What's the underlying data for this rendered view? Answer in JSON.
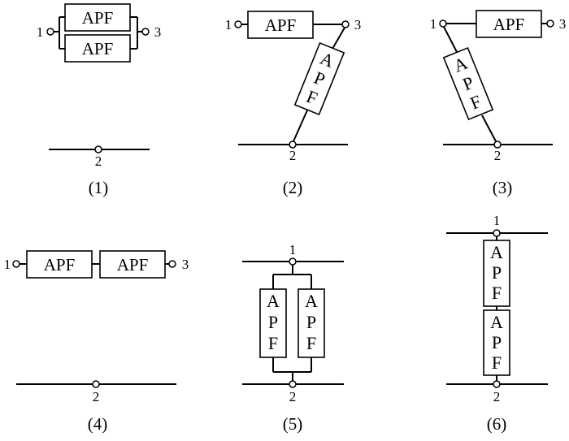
{
  "apf_label": "APF",
  "apf_letters": [
    "A",
    "P",
    "F"
  ],
  "terminals": {
    "t1": "1",
    "t2": "2",
    "t3": "3"
  },
  "captions": [
    "(1)",
    "(2)",
    "(3)",
    "(4)",
    "(5)",
    "(6)"
  ]
}
